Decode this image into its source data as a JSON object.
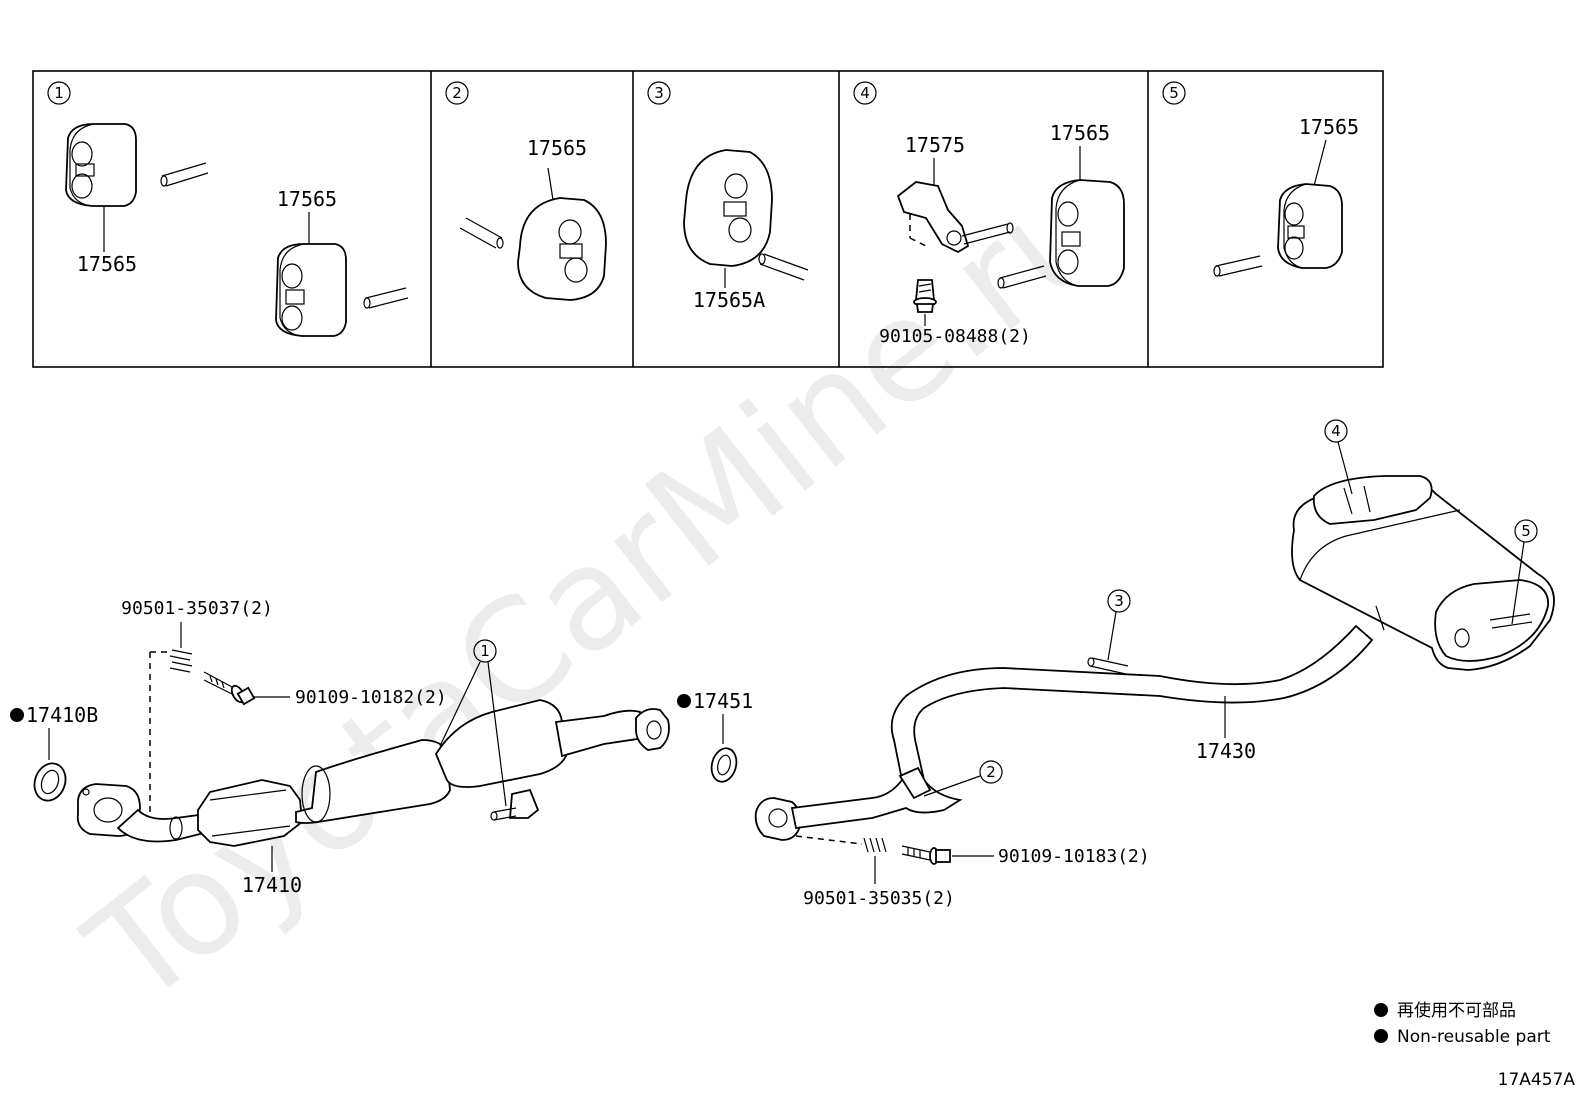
{
  "watermark": "ToyotaCarMine.ru",
  "detail_panels": [
    {
      "index": "1",
      "parts": [
        "17565",
        "17565"
      ]
    },
    {
      "index": "2",
      "parts": [
        "17565"
      ]
    },
    {
      "index": "3",
      "parts": [
        "17565A"
      ]
    },
    {
      "index": "4",
      "parts": [
        "17575",
        "17565",
        "90105-08488(2)"
      ]
    },
    {
      "index": "5",
      "parts": [
        "17565"
      ]
    }
  ],
  "main": {
    "labels": {
      "bolt_spring_front": "90501-35037(2)",
      "bolt_front": "90109-10182(2)",
      "gasket_front": "17410B",
      "converter": "17410",
      "gasket_mid": "17451",
      "pipe_tail": "17430",
      "bolt_rear": "90109-10183(2)",
      "spring_rear": "90501-35035(2)"
    },
    "callouts": {
      "c1": "1",
      "c2": "2",
      "c3": "3",
      "c4": "4",
      "c5": "5"
    }
  },
  "legend": {
    "jp": "再使用不可部品",
    "en": "Non-reusable part"
  },
  "diagram_code": "17A457A"
}
